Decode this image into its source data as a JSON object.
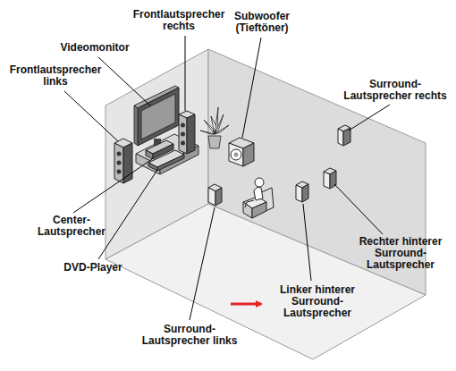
{
  "diagram": {
    "labels": [
      "Frontlautsprecher rechts",
      "Videomonitor",
      "Subwoofer (Tieftöner)",
      "Frontlautsprecher links",
      "Surround-Lautsprecher rechts",
      "Center-Lautsprecher",
      "DVD-Player",
      "Rechter hinterer Surround-Lautsprecher",
      "Linker hinterer Surround-Lautsprecher",
      "Surround-Lautsprecher links"
    ]
  }
}
